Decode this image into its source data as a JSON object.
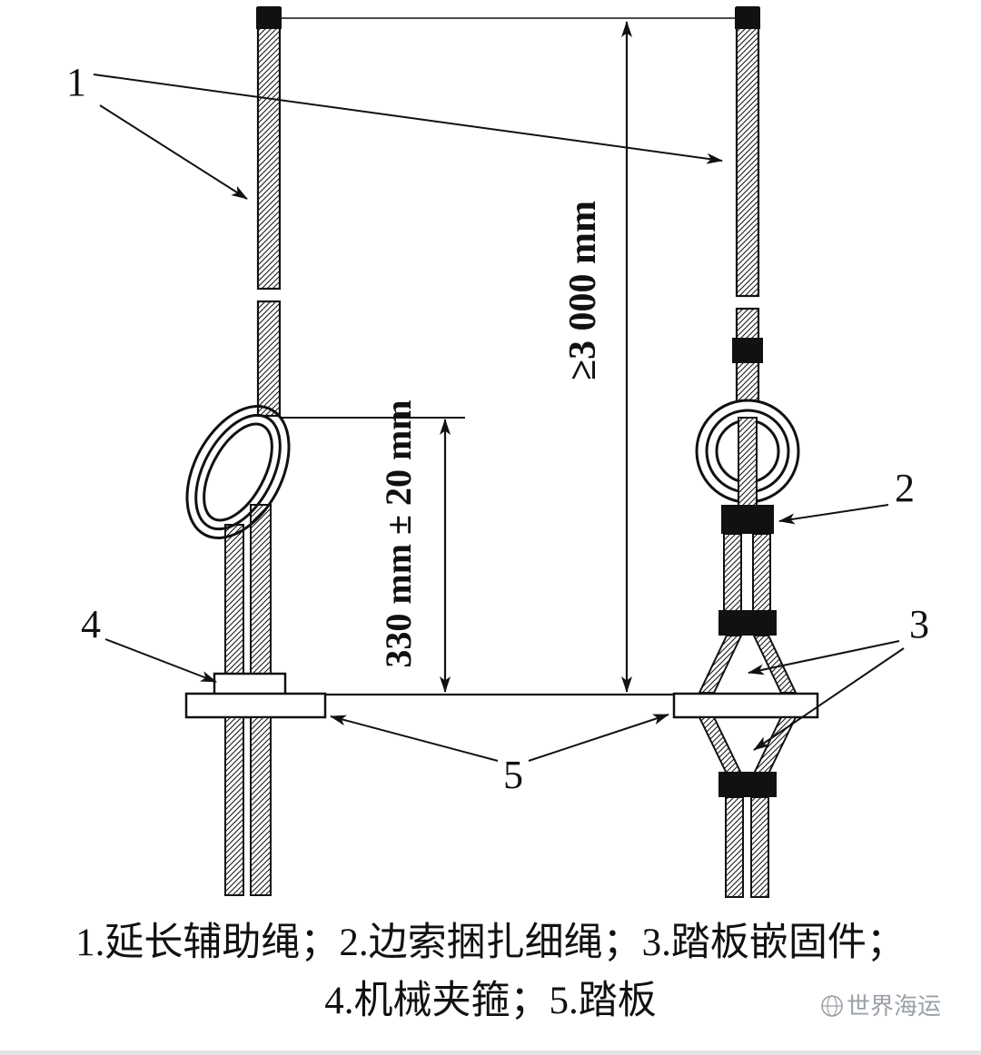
{
  "diagram": {
    "callouts": {
      "c1": "1",
      "c2": "2",
      "c3": "3",
      "c4": "4",
      "c5": "5"
    },
    "dimensions": {
      "overall_height": "≥3 000 mm",
      "step_spacing": "330 mm ± 20 mm"
    },
    "caption": {
      "line1": "1.延长辅助绳；2.边索捆扎细绳；3.踏板嵌固件；",
      "line2": "4.机械夹箍；5.踏板"
    }
  },
  "watermark": {
    "text": "世界海运"
  },
  "colors": {
    "ink": "#111111",
    "watermark": "#9aa0a6",
    "background": "#ffffff"
  }
}
